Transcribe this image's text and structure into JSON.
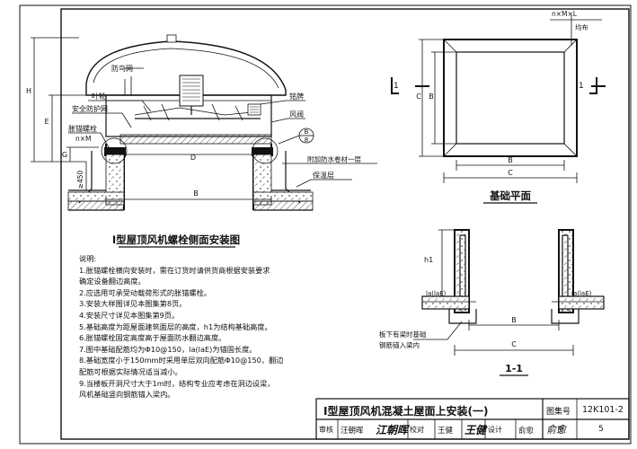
{
  "drawing1": {
    "title": "I型屋顶风机螺栓侧面安装图",
    "labels": {
      "bird_net": "防鸟网",
      "impeller": "叶轮",
      "safety_net": "安全防护网",
      "anchor_bolt": "胀锚螺栓",
      "nameplate": "铭牌",
      "damper": "风阀",
      "waterproof": "附加防水卷材一层",
      "insulation": "保温层",
      "bolt_spec": "n×M",
      "dim_h": "H",
      "dim_e": "E",
      "dim_g": "G",
      "dim_450": "≥450",
      "dim_d": "D",
      "dim_b": "B",
      "callout_top": "B",
      "callout_bottom": "8"
    }
  },
  "drawing2": {
    "title": "基础平面",
    "labels": {
      "bolt_spec": "n×M×L",
      "uniform": "均布",
      "dim_c_side": "C",
      "dim_b_side": "B",
      "dim_b_bottom": "B",
      "dim_c_bottom": "C",
      "section_mark_left": "1",
      "section_mark_right": "1"
    }
  },
  "drawing3": {
    "title": "1-1",
    "labels": {
      "h1": "h1",
      "la_left": "la(laE)",
      "la_right": "la(laE)",
      "note1": "板下有梁时基础",
      "note2": "钢筋锚入梁内",
      "dim_b": "B",
      "dim_c": "C"
    }
  },
  "notes": {
    "heading": "说明:",
    "items": [
      "1.胀锚螺栓横向安装时，需在订货时请供货商根据安装要求",
      "  确定设备翻边高度。",
      "2.应选用可承受动载荷形式的胀锚螺栓。",
      "3.安装大样图详见本图集第8页。",
      "4.安装尺寸详见本图集第9页。",
      "5.基础高度为距屋面建筑面层的高度，h1为结构基础高度。",
      "6.胀锚螺栓固定高度高于屋面防水翻边高度。",
      "7.图中基础配筋均为Φ10@150，la(laE)为锚固长度。",
      "8.基础宽度小于150mm时采用单层双向配筋Φ10@150，翻边",
      "  配筋可根据实际情况适当减小。",
      "9.当楼板开洞尺寸大于1m时，结构专业应考虑在洞边设梁，",
      "  风机基础竖向钢筋锚入梁内。"
    ]
  },
  "title_block": {
    "title": "I型屋顶风机混凝土屋面上安装(一)",
    "atlas_label": "图集号",
    "atlas_no": "12K101-2",
    "review_label": "审核",
    "reviewer": "汪朝晖",
    "check_label": "校对",
    "checker": "王健",
    "design_label": "设计",
    "designer": "俞愈",
    "page_label": "页",
    "page_no": "5"
  }
}
